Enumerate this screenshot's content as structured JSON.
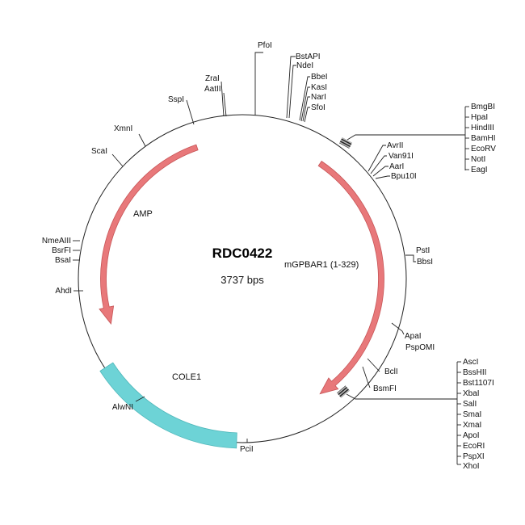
{
  "plasmid": {
    "name": "RDC0422",
    "size_label": "3737 bps"
  },
  "features": {
    "amp": {
      "label": "AMP",
      "color": "#e8787a"
    },
    "insert": {
      "label": "mGPBAR1 (1-329)",
      "color": "#e8787a"
    },
    "ori": {
      "label": "COLE1",
      "color": "#6dd3d6"
    }
  },
  "sites": {
    "pfoi": "PfoI",
    "bstapi": "BstAPI",
    "ndei": "NdeI",
    "bbei": "BbeI",
    "kasi": "KasI",
    "nari": "NarI",
    "sfoi": "SfoI",
    "zrai": "ZraI",
    "aatii": "AatII",
    "sspi": "SspI",
    "xmni": "XmnI",
    "scai": "ScaI",
    "bmgbi": "BmgBI",
    "hpai": "HpaI",
    "hindiii": "HindIII",
    "bamhi": "BamHI",
    "ecorv": "EcoRV",
    "noti": "NotI",
    "eagi": "EagI",
    "avrii": "AvrII",
    "van91i": "Van91I",
    "aari": "AarI",
    "bpu10i": "Bpu10I",
    "psti": "PstI",
    "bbsi": "BbsI",
    "nmeaiii": "NmeAIII",
    "bsrfi": "BsrFI",
    "bsai": "BsaI",
    "ahdi": "AhdI",
    "apai": "ApaI",
    "pspomi": "PspOMI",
    "bcli": "BclI",
    "bsmfi": "BsmFI",
    "asci": "AscI",
    "bsshii": "BssHII",
    "bst1107i": "Bst1107I",
    "xbai": "XbaI",
    "sali": "SalI",
    "smai": "SmaI",
    "xmai": "XmaI",
    "apoi": "ApoI",
    "ecori": "EcoRI",
    "pspxi": "PspXI",
    "xhoi": "XhoI",
    "alwni": "AlwNI",
    "pcii": "PciI"
  }
}
